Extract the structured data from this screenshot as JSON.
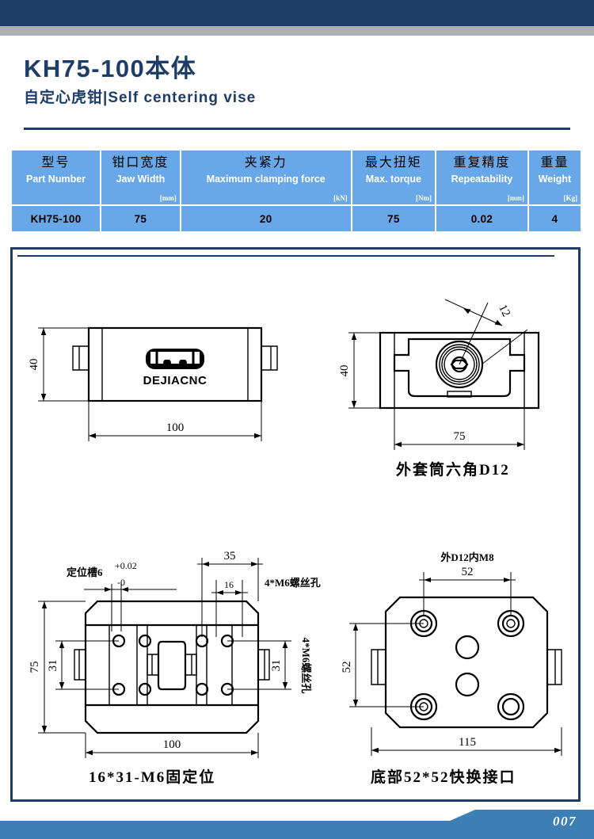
{
  "header": {
    "bar_color": "#1e3c68",
    "gray_color": "#adafb2"
  },
  "title": {
    "main": "KH75-100本体",
    "sub": "自定心虎钳|Self centering vise"
  },
  "spec_table": {
    "columns": [
      {
        "cn": "型号",
        "en": "Part Number",
        "unit": ""
      },
      {
        "cn": "钳口宽度",
        "en": "Jaw Width",
        "unit": "[mm]"
      },
      {
        "cn": "夹紧力",
        "en": "Maximum clamping force",
        "unit": "[kN]"
      },
      {
        "cn": "最大扭矩",
        "en": "Max. torque",
        "unit": "[Nm]"
      },
      {
        "cn": "重复精度",
        "en": "Repeatability",
        "unit": "[mm]"
      },
      {
        "cn": "重量",
        "en": "Weight",
        "unit": "[Kg]"
      }
    ],
    "rows": [
      [
        "KH75-100",
        "75",
        "20",
        "75",
        "0.02",
        "4"
      ]
    ],
    "cell_color": "#69a8e8"
  },
  "drawings": {
    "front_view": {
      "name": "front-view",
      "brand_text": "DEJIACNC",
      "dim_height": "40",
      "dim_width": "100"
    },
    "side_view": {
      "name": "side-view",
      "dim_height": "40",
      "dim_width": "75",
      "dim_socket": "12",
      "caption": "外套筒六角D12"
    },
    "top_view": {
      "name": "top-view",
      "note_slot": "定位槽6",
      "tol_upper": "+0.02",
      "tol_lower": "-0",
      "dim_35": "35",
      "dim_16": "16",
      "note_screw_right_top": "4*M6螺丝孔",
      "note_screw_right_side": "4*M6螺丝孔",
      "dim_75": "75",
      "dim_31_left": "31",
      "dim_31_right": "31",
      "dim_100": "100",
      "caption": "16*31-M6固定位"
    },
    "bottom_view": {
      "name": "bottom-view",
      "note_thread": "外D12内M8",
      "dim_52_top": "52",
      "dim_52_left": "52",
      "dim_115": "115",
      "caption": "底部52*52快换接口"
    }
  },
  "footer": {
    "page_number": "007",
    "band_color": "#3b7fb5",
    "band_color_dark": "#2f6e9e"
  }
}
